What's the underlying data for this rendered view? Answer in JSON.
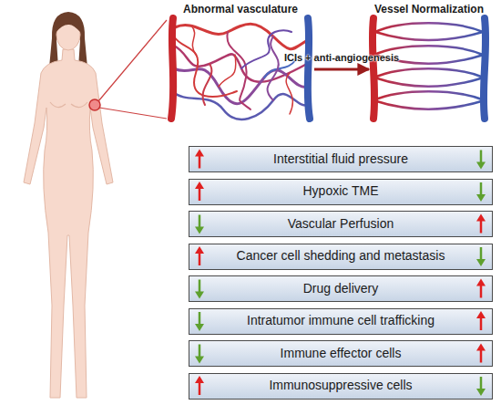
{
  "diagram": {
    "nodes": [
      {
        "text": [
          "Abnormal vasculature"
        ]
      },
      {
        "text": [
          "Vessel Normalization"
        ]
      },
      {
        "text": [
          "Interstitial fluid pressure"
        ]
      },
      {
        "text": [
          "Hypoxic TME"
        ]
      },
      {
        "text": [
          "Vascular Perfusion"
        ]
      },
      {
        "text": [
          "Cancer cell shedding and metastasis"
        ]
      },
      {
        "text": [
          "Drug delivery"
        ]
      },
      {
        "text": [
          "Intratumor immune cell trafficking"
        ]
      },
      {
        "text": [
          "Immune effector cells"
        ]
      },
      {
        "text": [
          "Immunosuppressive cells"
        ]
      }
    ],
    "edges": [
      {
        "from": 0,
        "to": 1,
        "label": "ICIs + anti-angiogenesis",
        "arrow": "to"
      }
    ]
  }
}
